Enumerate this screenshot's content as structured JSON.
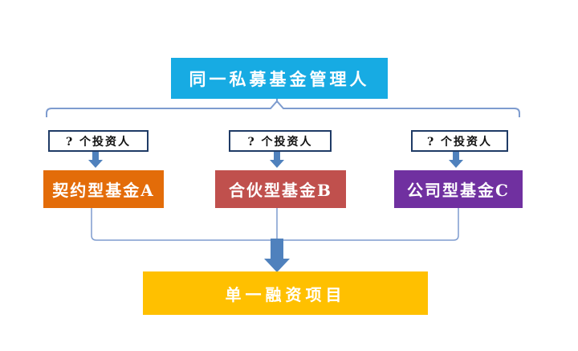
{
  "diagram": {
    "top_box": {
      "label": "同一私募基金管理人",
      "color": "#17ABE3"
    },
    "columns": [
      {
        "investor_label": "?  个投资人",
        "fund_label": "契约型基金A",
        "color": "#E36C09"
      },
      {
        "investor_label": "?  个投资人",
        "fund_label": "合伙型基金B",
        "color": "#C0504D"
      },
      {
        "investor_label": "?  个投资人",
        "fund_label": "公司型基金C",
        "color": "#7030A0"
      }
    ],
    "bottom_box": {
      "label": "单一融资项目",
      "color": "#FFC000"
    },
    "colors": {
      "connector": "#7E9CCF",
      "arrow_fill": "#4F81BD",
      "arrow_stroke": "#2E5B94",
      "investor_border": "#1F3B66"
    }
  }
}
